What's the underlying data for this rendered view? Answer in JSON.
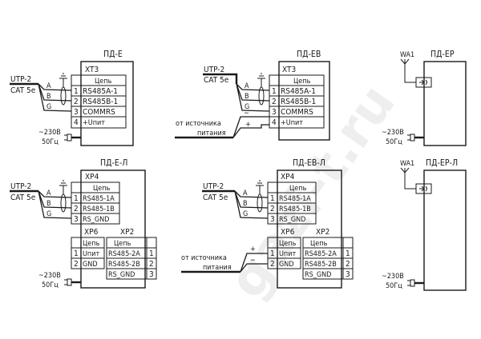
{
  "watermark": "gazi-t.ru",
  "cable": {
    "name": "UTP-2",
    "category": "CAT 5e",
    "wires": [
      "A",
      "B",
      "G"
    ]
  },
  "power_ac": {
    "line1": "~230В",
    "line2": "50Гц"
  },
  "power_dc": {
    "line1": "от источника",
    "line2": "питания",
    "plus": "+",
    "minus": "−"
  },
  "antenna": {
    "label": "WA1"
  },
  "blocks": {
    "pd_e": {
      "title": "ПД-Е",
      "connector": "XT3",
      "header": "Цепь",
      "rows": [
        {
          "pin": "1",
          "circuit": "RS485A-1"
        },
        {
          "pin": "2",
          "circuit": "RS485B-1"
        },
        {
          "pin": "3",
          "circuit": "COMMRS"
        },
        {
          "pin": "4",
          "circuit": "+Uпит"
        }
      ]
    },
    "pd_eb": {
      "title": "ПД-ЕВ",
      "connector": "XT3",
      "header": "Цепь",
      "rows": [
        {
          "pin": "1",
          "circuit": "RS485A-1"
        },
        {
          "pin": "2",
          "circuit": "RS485B-1"
        },
        {
          "pin": "3",
          "circuit": "COMMRS"
        },
        {
          "pin": "4",
          "circuit": "+Uпит"
        }
      ]
    },
    "pd_ep": {
      "title": "ПД-ЕР"
    },
    "pd_e_l": {
      "title": "ПД-Е-Л",
      "xp4": {
        "name": "XP4",
        "header": "Цепь",
        "rows": [
          {
            "pin": "1",
            "circuit": "RS485-1A"
          },
          {
            "pin": "2",
            "circuit": "RS485-1B"
          },
          {
            "pin": "3",
            "circuit": "RS_GND"
          }
        ]
      },
      "xp6": {
        "name": "XP6",
        "header": "Цепь",
        "rows": [
          {
            "pin": "1",
            "circuit": "Uпит"
          },
          {
            "pin": "2",
            "circuit": "GND"
          }
        ]
      },
      "xp2": {
        "name": "XP2",
        "header": "Цепь",
        "rows": [
          {
            "pin": "1",
            "circuit": "RS485-2A"
          },
          {
            "pin": "2",
            "circuit": "RS485-2B"
          },
          {
            "pin": "3",
            "circuit": "RS_GND"
          }
        ]
      }
    },
    "pd_eb_l": {
      "title": "ПД-ЕВ-Л",
      "xp4": {
        "name": "XP4",
        "header": "Цепь",
        "rows": [
          {
            "pin": "1",
            "circuit": "RS485-1A"
          },
          {
            "pin": "2",
            "circuit": "RS485-1B"
          },
          {
            "pin": "3",
            "circuit": "RS_GND"
          }
        ]
      },
      "xp6": {
        "name": "XP6",
        "header": "Цепь",
        "rows": [
          {
            "pin": "1",
            "circuit": "Uпит"
          },
          {
            "pin": "2",
            "circuit": "GND"
          }
        ]
      },
      "xp2": {
        "name": "XP2",
        "header": "Цепь",
        "rows": [
          {
            "pin": "1",
            "circuit": "RS485-2A"
          },
          {
            "pin": "2",
            "circuit": "RS485-2B"
          },
          {
            "pin": "3",
            "circuit": "RS_GND"
          }
        ]
      }
    },
    "pd_ep_l": {
      "title": "ПД-ЕР-Л"
    }
  }
}
